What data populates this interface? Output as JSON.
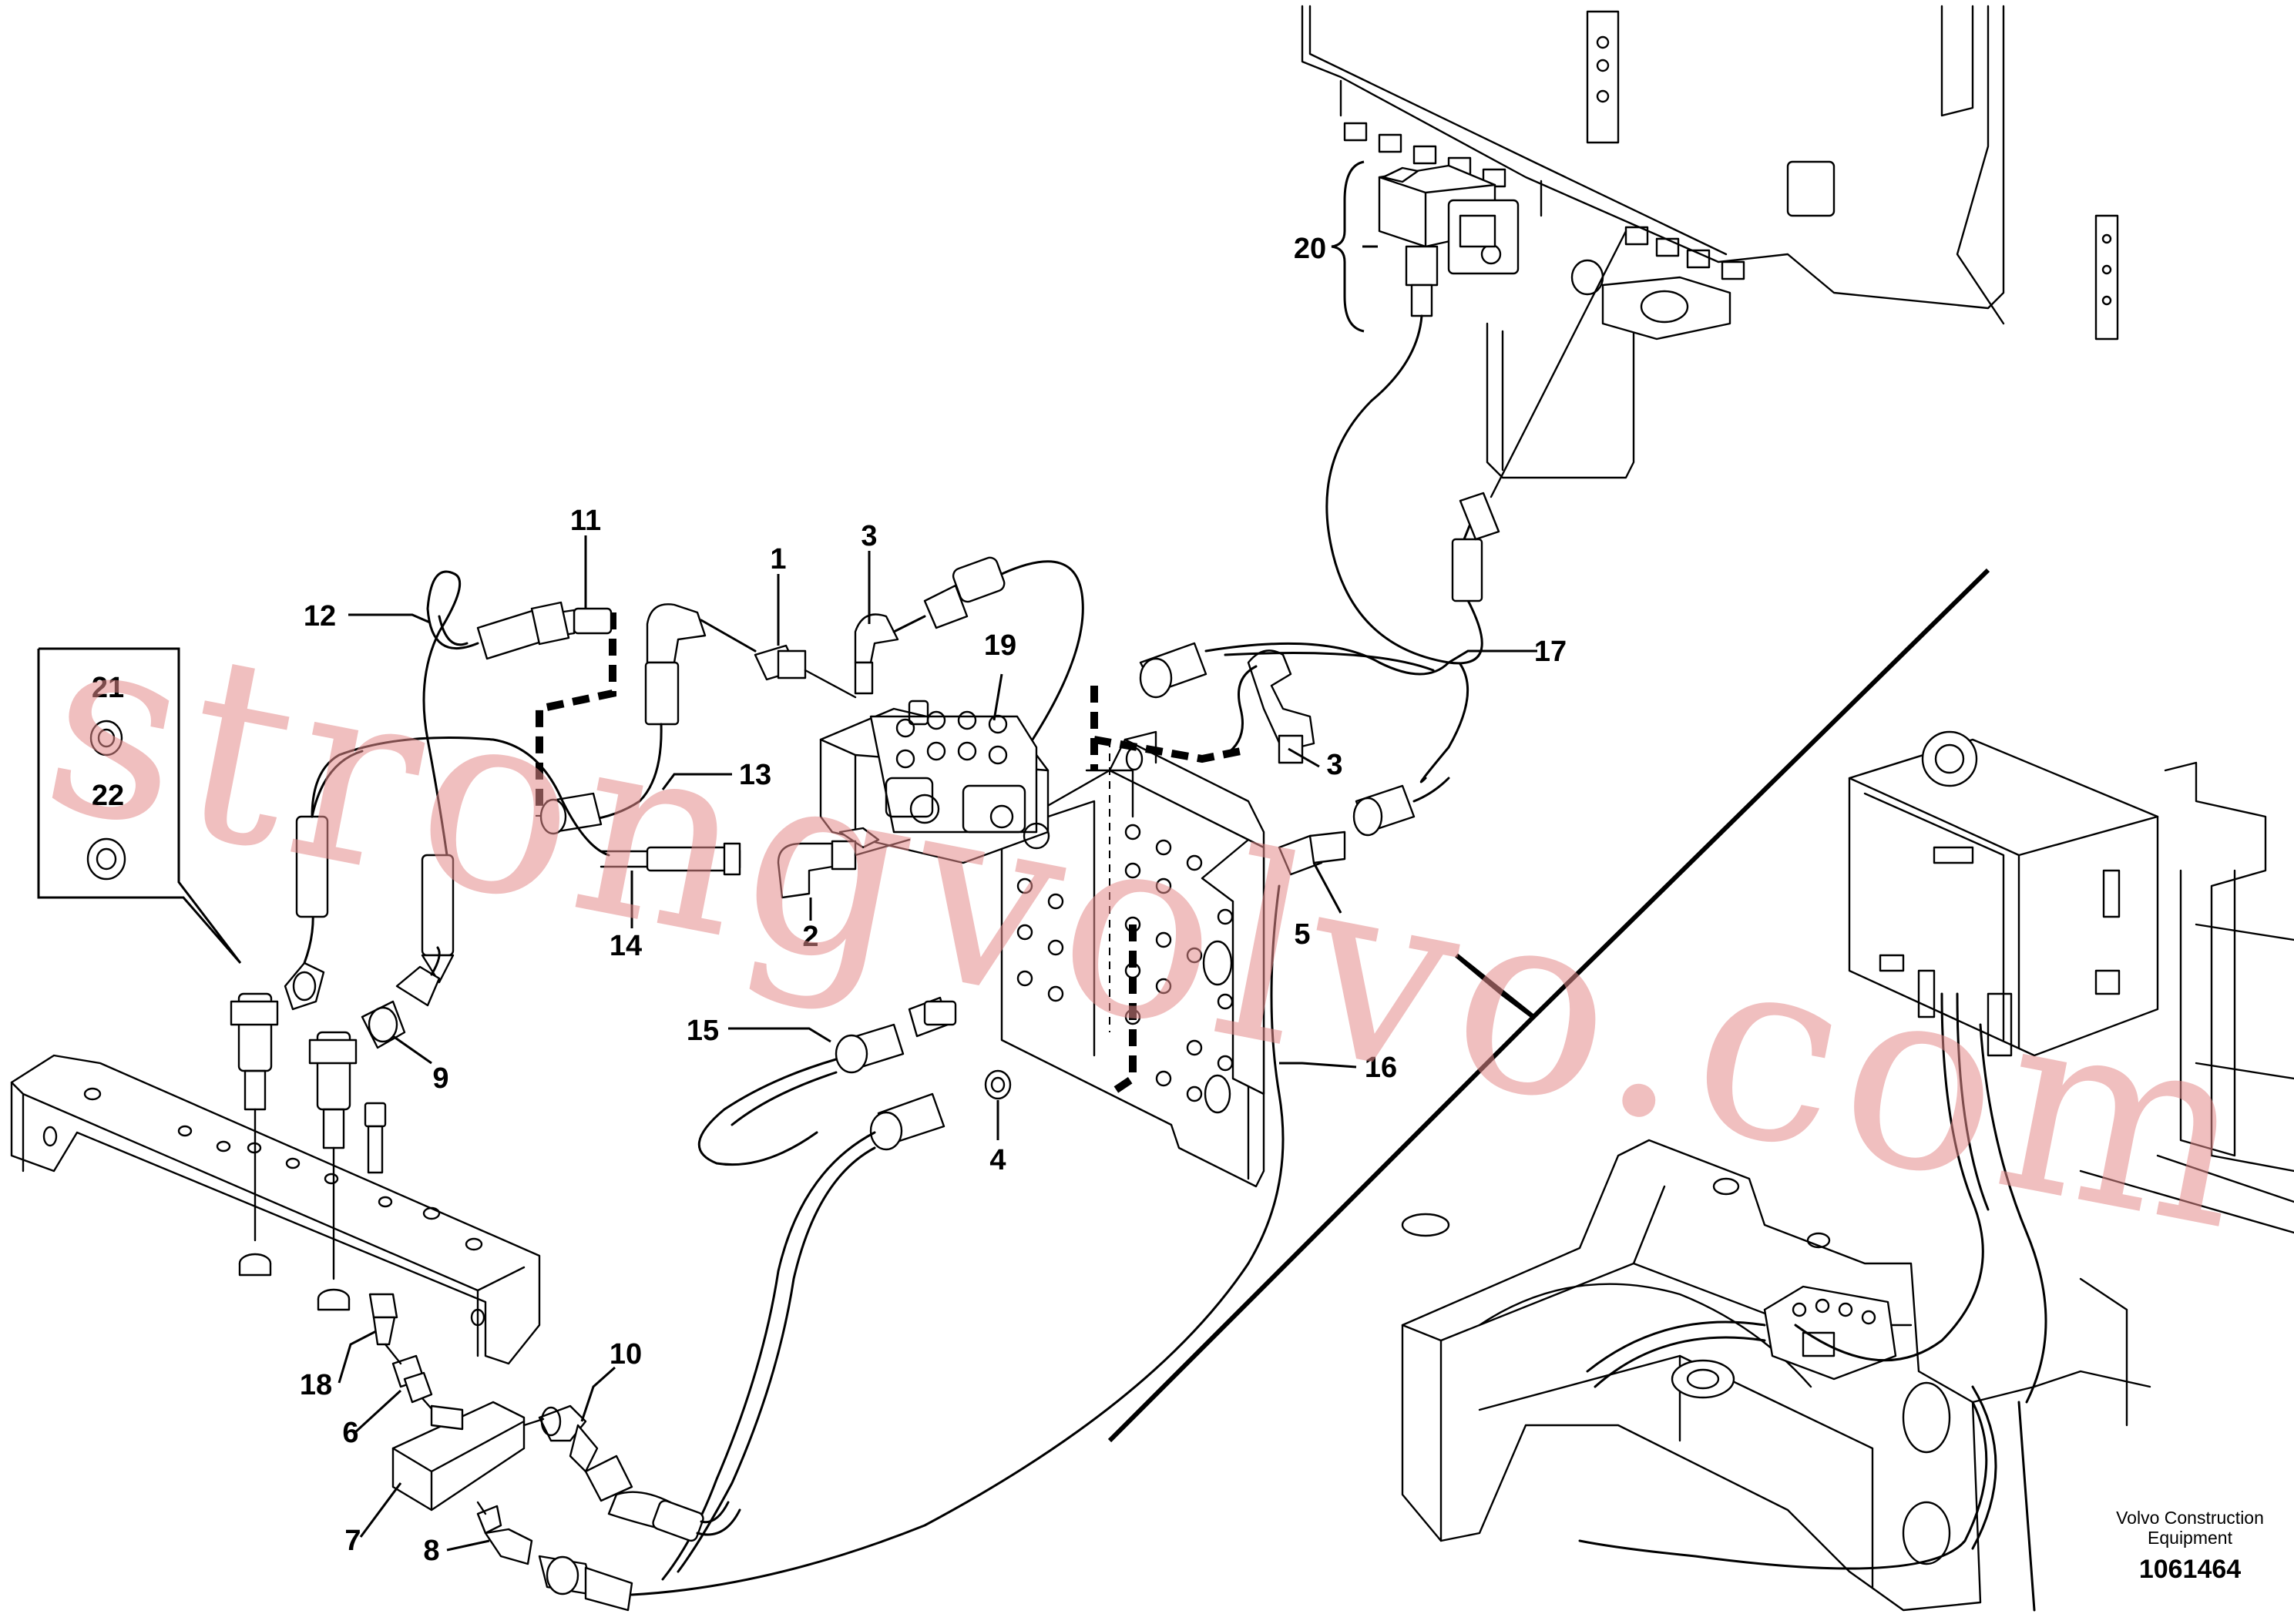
{
  "callouts": {
    "c1": "1",
    "c2": "2",
    "c3a": "3",
    "c3b": "3",
    "c4": "4",
    "c5": "5",
    "c6": "6",
    "c7": "7",
    "c8": "8",
    "c9": "9",
    "c10": "10",
    "c11": "11",
    "c12": "12",
    "c13": "13",
    "c14": "14",
    "c15": "15",
    "c16": "16",
    "c17": "17",
    "c18": "18",
    "c19": "19",
    "c20": "20",
    "c21": "21",
    "c22": "22"
  },
  "watermark": "strongvolvo.com",
  "credit": {
    "line1": "Volvo Construction",
    "line2": "Equipment"
  },
  "doc_number": "1061464"
}
